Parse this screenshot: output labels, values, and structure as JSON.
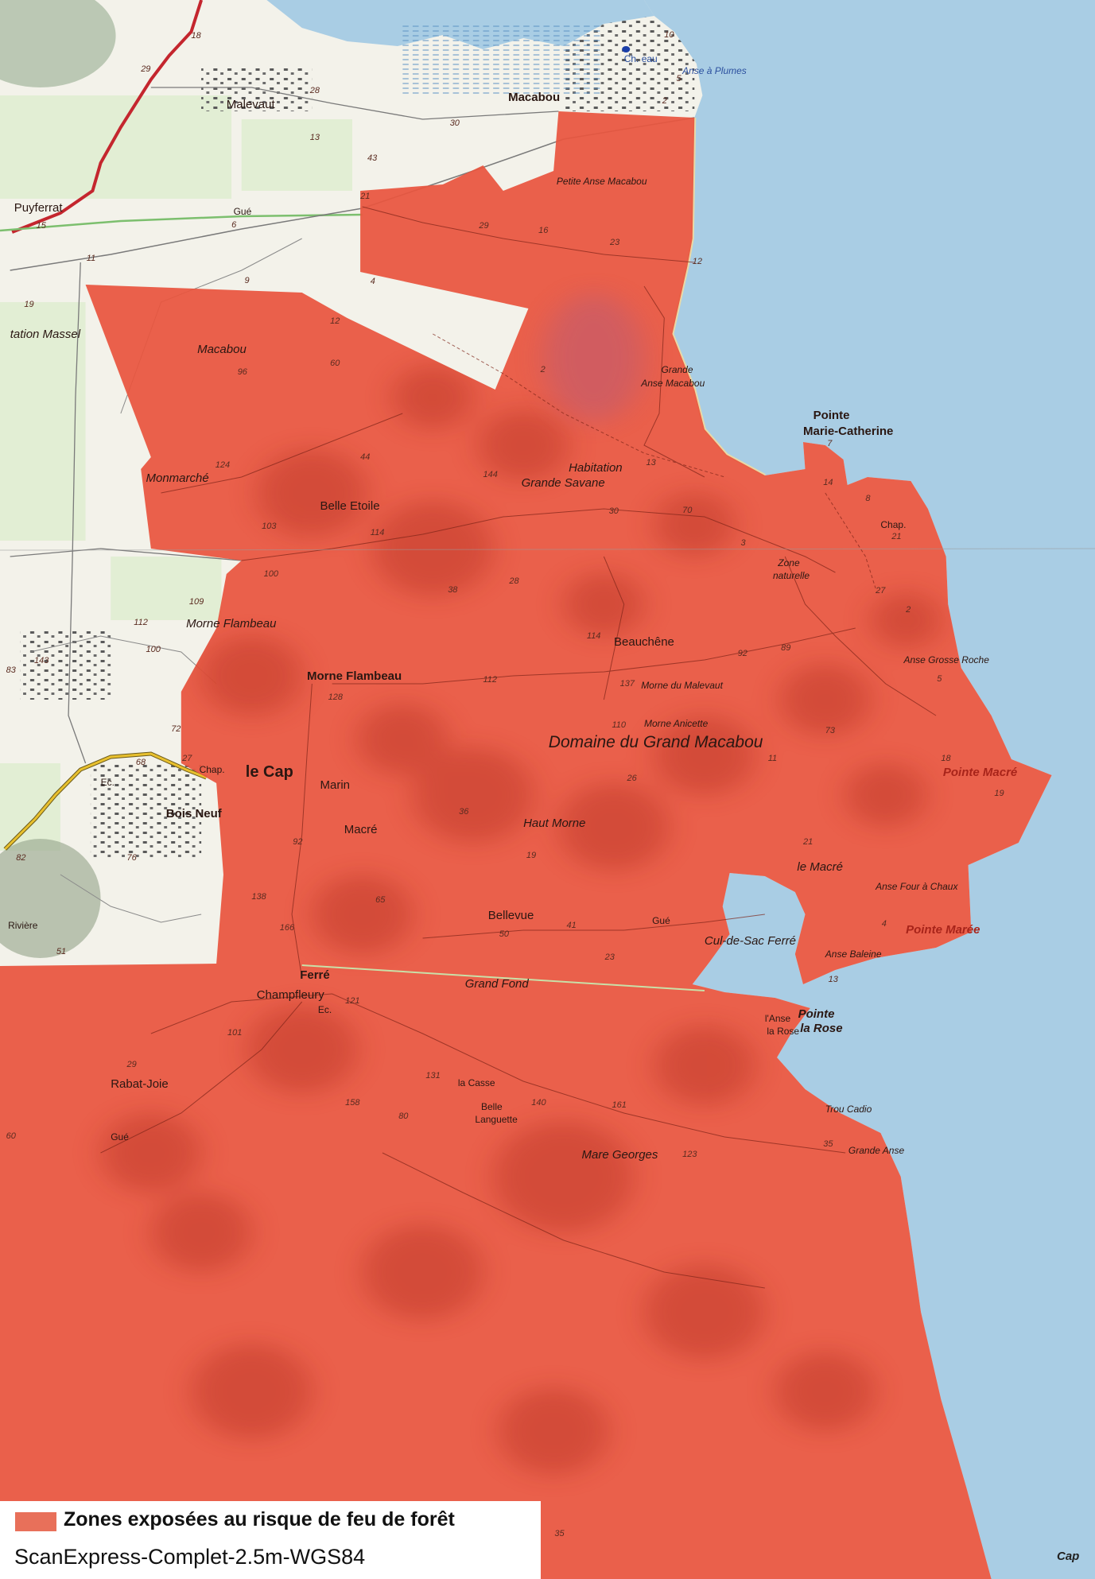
{
  "colors": {
    "land": "#f3f2ea",
    "fields": "#e2eed4",
    "sea": "#a9cde4",
    "risk_zone": "#e8553e",
    "risk_relief": "#b02a1c",
    "legend_swatch": "#e8705a",
    "road_primary": "#c4262e",
    "road_secondary": "#e8c02e",
    "river": "#7cbf6e"
  },
  "legend": {
    "label": "Zones exposées au risque de feu de forêt",
    "source": "ScanExpress-Complet-2.5m-WGS84"
  },
  "corner_label": "Cap",
  "places": [
    "Macabou",
    "Malevaut",
    "Puyferrat",
    "tation Massel",
    "Ch. eau",
    "Anse à Plumes",
    "Petite Anse Macabou",
    "Macabou",
    "Grande",
    "Anse Macabou",
    "Pointe",
    "Marie-Catherine",
    "Habitation",
    "Grande Savane",
    "Monmarché",
    "Belle Etoile",
    "Chap.",
    "Zone",
    "naturelle",
    "Morne Flambeau",
    "Beauchêne",
    "Anse Grosse Roche",
    "Morne Flambeau",
    "Morne du Malevaut",
    "Morne Anicette",
    "Domaine du Grand Macabou",
    "Chap.",
    "le Cap",
    "Marin",
    "Pointe Macré",
    "Bois Neuf",
    "Haut Morne",
    "Macré",
    "le Macré",
    "Anse Four à Chaux",
    "Bellevue",
    "Gué",
    "Pointe Marée",
    "Cul-de-Sac Ferré",
    "Anse Baleine",
    "Rivière",
    "Ferré",
    "Grand Fond",
    "Champfleury",
    "l'Anse",
    "la Rose",
    "Pointe",
    "la Rose",
    "Rabat-Joie",
    "la Casse",
    "Belle",
    "Languette",
    "Trou Cadio",
    "Gué",
    "Grande Anse",
    "Mare Georges",
    "Gué",
    "Ec.",
    "Ec."
  ],
  "spot_heights": [
    "18",
    "29",
    "28",
    "13",
    "30",
    "43",
    "21",
    "15",
    "6",
    "11",
    "19",
    "9",
    "4",
    "12",
    "2",
    "96",
    "60",
    "124",
    "44",
    "144",
    "29",
    "16",
    "23",
    "12",
    "103",
    "114",
    "70",
    "30",
    "13",
    "7",
    "14",
    "8",
    "21",
    "3",
    "38",
    "28",
    "100",
    "109",
    "112",
    "143",
    "83",
    "100",
    "114",
    "92",
    "137",
    "89",
    "27",
    "2",
    "5",
    "128",
    "112",
    "110",
    "73",
    "72",
    "68",
    "27",
    "36",
    "26",
    "11",
    "18",
    "19",
    "92",
    "21",
    "19",
    "76",
    "82",
    "138",
    "65",
    "166",
    "50",
    "41",
    "23",
    "13",
    "4",
    "121",
    "101",
    "131",
    "140",
    "161",
    "158",
    "80",
    "29",
    "123",
    "35",
    "35",
    "60",
    "51",
    "10",
    "2",
    "5"
  ]
}
